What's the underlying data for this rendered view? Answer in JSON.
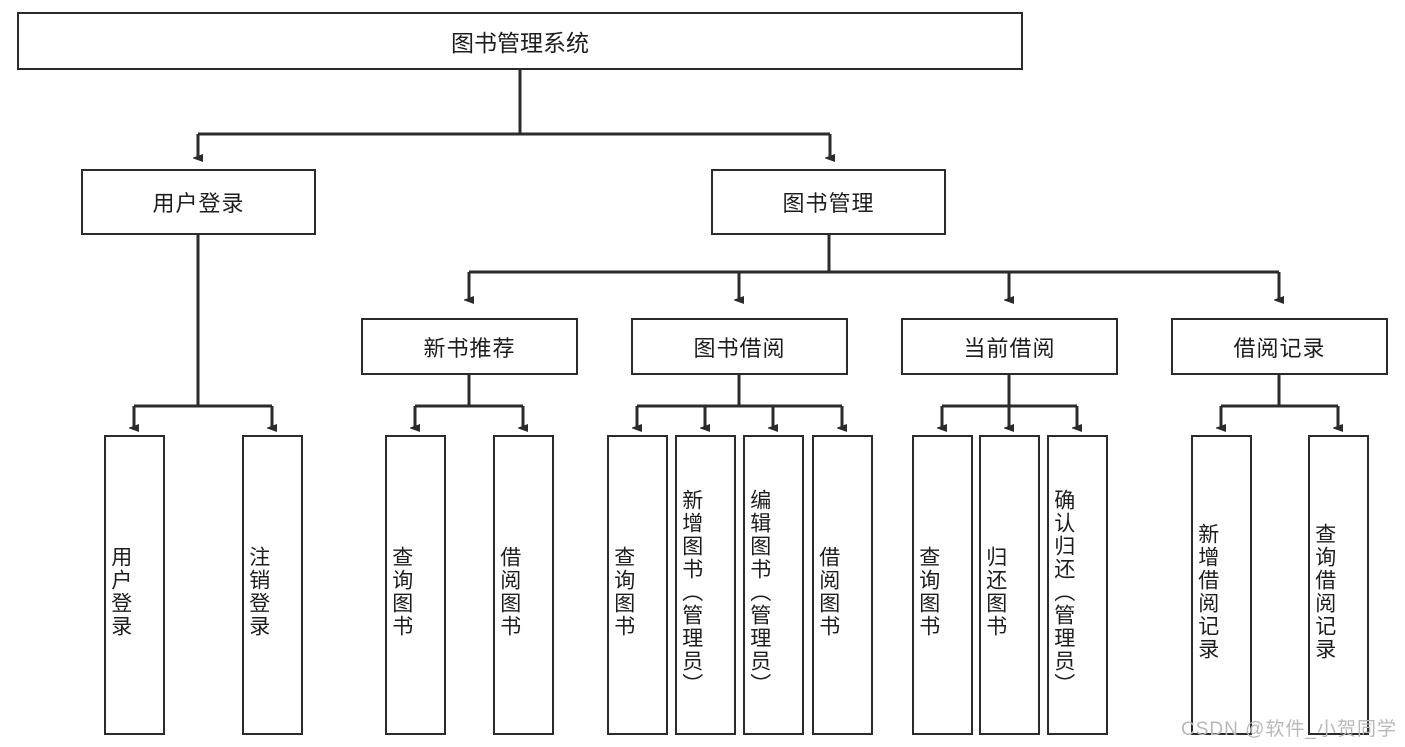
{
  "diagram": {
    "title": "图书管理系统",
    "type": "tree-hierarchy-diagram",
    "colors": {
      "box_border": "#2b2b2b",
      "box_fill": "#ffffff",
      "connector": "#2b2b2b",
      "text": "#1d1d1d",
      "watermark": "#b9b9b9"
    },
    "root": {
      "label": "图书管理系统"
    },
    "level2": [
      {
        "label": "用户登录"
      },
      {
        "label": "图书管理"
      }
    ],
    "level3": [
      {
        "label": "新书推荐"
      },
      {
        "label": "图书借阅"
      },
      {
        "label": "当前借阅"
      },
      {
        "label": "借阅记录"
      }
    ],
    "leaves": {
      "user_login": [
        {
          "label": "用户登录"
        },
        {
          "label": "注销登录"
        }
      ],
      "new_book_recommend": [
        {
          "label": "查询图书"
        },
        {
          "label": "借阅图书"
        }
      ],
      "book_borrow": [
        {
          "label": "查询图书"
        },
        {
          "label": "新增图书（管理员）"
        },
        {
          "label": "编辑图书（管理员）"
        },
        {
          "label": "借阅图书"
        }
      ],
      "current_borrow": [
        {
          "label": "查询图书"
        },
        {
          "label": "归还图书"
        },
        {
          "label": "确认归还（管理员）"
        }
      ],
      "borrow_record": [
        {
          "label": "新增借阅记录"
        },
        {
          "label": "查询借阅记录"
        }
      ]
    },
    "watermark": "CSDN @软件_小贺同学"
  }
}
